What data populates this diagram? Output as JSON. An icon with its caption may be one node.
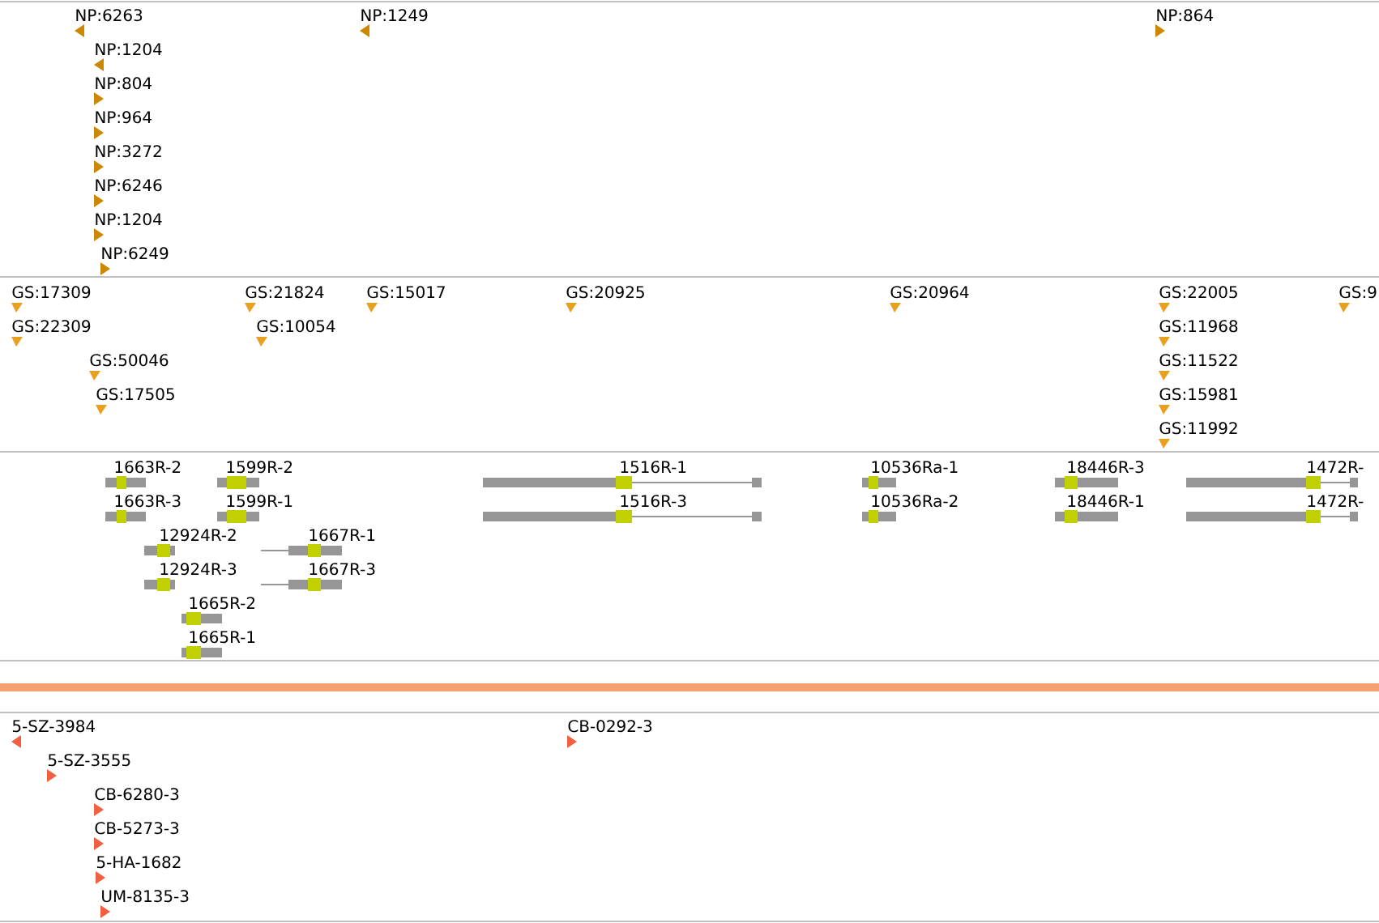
{
  "diagram": {
    "labels": [
      "NP:6263",
      "NP:1249",
      "NP:864",
      "NP:1204",
      "NP:804",
      "NP:964",
      "NP:3272",
      "NP:6246",
      "NP:1204",
      "NP:6249",
      "GS:17309",
      "GS:21824",
      "GS:15017",
      "GS:20925",
      "GS:20964",
      "GS:22005",
      "GS:9",
      "GS:22309",
      "GS:10054",
      "GS:11968",
      "GS:50046",
      "GS:11522",
      "GS:17505",
      "GS:15981",
      "GS:11992",
      "1663R-2",
      "1599R-2",
      "1516R-1",
      "10536Ra-1",
      "18446R-3",
      "1472R-",
      "1663R-3",
      "1599R-1",
      "1516R-3",
      "10536Ra-2",
      "18446R-1",
      "1472R-",
      "12924R-2",
      "1667R-1",
      "12924R-3",
      "1667R-3",
      "1665R-2",
      "1665R-1",
      "5-SZ-3984",
      "CB-0292-3",
      "5-SZ-3555",
      "CB-6280-3",
      "CB-5273-3",
      "5-HA-1682",
      "UM-8135-3"
    ]
  }
}
